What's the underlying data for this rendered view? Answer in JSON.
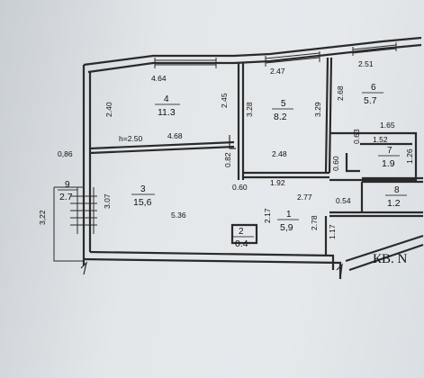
{
  "rooms": [
    {
      "id": "r1",
      "number": "1",
      "area": "5,9"
    },
    {
      "id": "r2",
      "number": "2",
      "area": "0.4"
    },
    {
      "id": "r3",
      "number": "3",
      "area": "15,6"
    },
    {
      "id": "r4",
      "number": "4",
      "area": "11.3"
    },
    {
      "id": "r5",
      "number": "5",
      "area": "8.2"
    },
    {
      "id": "r6",
      "number": "6",
      "area": "5.7"
    },
    {
      "id": "r7",
      "number": "7",
      "area": "1.9"
    },
    {
      "id": "r8",
      "number": "8",
      "area": "1.2"
    },
    {
      "id": "r9",
      "number": "9",
      "area": "2.7"
    }
  ],
  "dimensions": {
    "d464": "4.64",
    "d247": "2.47",
    "d251": "2.51",
    "d240": "2.40",
    "d245": "2.45",
    "d328": "3.28",
    "d329": "3.29",
    "d268": "2.68",
    "d165": "1.65",
    "d063": "0.63",
    "d152": "1.52",
    "d126": "1.26",
    "d086": "0,86",
    "d307": "3.07",
    "d322": "3,22",
    "h250": "h=2.50",
    "d468": "4.68",
    "d082": "0.82",
    "d248": "2.48",
    "d060a": "0.60",
    "d060b": "0.60",
    "d192": "1.92",
    "d277": "2.77",
    "d054": "0.54",
    "d536": "5.36",
    "d217": "2.17",
    "d278": "2.78",
    "d117": "1.17"
  },
  "caption": "КВ. N"
}
